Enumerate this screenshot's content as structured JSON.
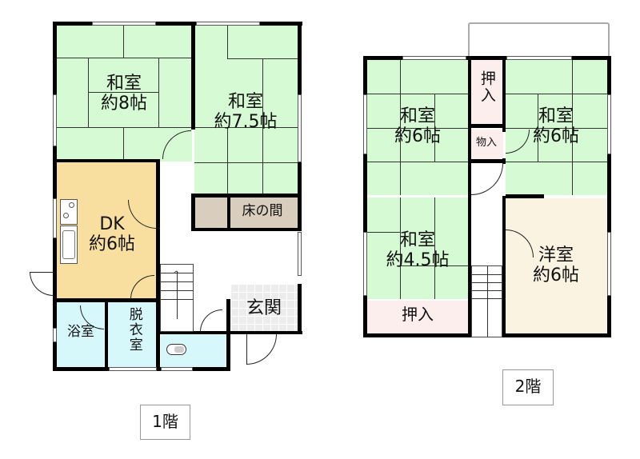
{
  "floor1": {
    "tag": "1階",
    "rooms": [
      {
        "id": "washitsu-8",
        "name": "和室",
        "size": "約8帖"
      },
      {
        "id": "washitsu-7_5",
        "name": "和室",
        "size": "約7.5帖"
      },
      {
        "id": "dk",
        "name": "DK",
        "size": "約6帖"
      },
      {
        "id": "tokonoma",
        "name": "床の間"
      },
      {
        "id": "genkan",
        "name": "玄関"
      },
      {
        "id": "bathroom",
        "name": "浴室"
      },
      {
        "id": "dressing",
        "name": "脱衣室"
      }
    ]
  },
  "floor2": {
    "tag": "2階",
    "rooms": [
      {
        "id": "washitsu-6a",
        "name": "和室",
        "size": "約6帖"
      },
      {
        "id": "washitsu-6b",
        "name": "和室",
        "size": "約6帖"
      },
      {
        "id": "washitsu-4_5",
        "name": "和室",
        "size": "約4.5帖"
      },
      {
        "id": "youshitsu-6",
        "name": "洋室",
        "size": "約6帖"
      },
      {
        "id": "oshiire-top",
        "name": "押入"
      },
      {
        "id": "oshiire-bottom",
        "name": "押入"
      },
      {
        "id": "monoire",
        "name": "物入"
      }
    ]
  },
  "colors": {
    "tatami": "#d6fbd4",
    "dk": "#f9df9f",
    "bath": "#d6f8fb",
    "closet": "#fdeeee",
    "western": "#fbf3e2",
    "tokonoma": "#d9cdbd",
    "wall": "#000000"
  }
}
